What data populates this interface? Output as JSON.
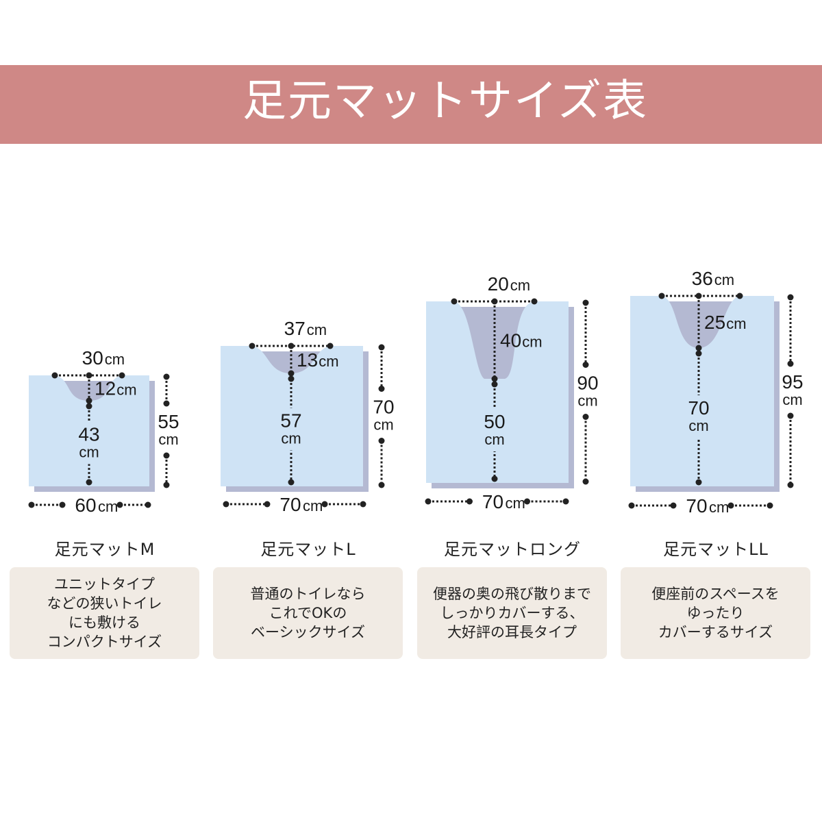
{
  "header": {
    "title": "足元マットサイズ表"
  },
  "colors": {
    "band": "#cf8886",
    "mat": "#cfe3f5",
    "shadow": "#b4b9d2",
    "desc_bg": "#f1ebe4"
  },
  "unit": "cm",
  "mats": [
    {
      "name": "足元マットM",
      "width": "60",
      "height": "55",
      "cutout_width": "30",
      "cutout_depth": "12",
      "remaining": "43",
      "description": "ユニットタイプ\nなどの狭いトイレ\nにも敷ける\nコンパクトサイズ"
    },
    {
      "name": "足元マットL",
      "width": "70",
      "height": "70",
      "cutout_width": "37",
      "cutout_depth": "13",
      "remaining": "57",
      "description": "普通のトイレなら\nこれでOKの\nベーシックサイズ"
    },
    {
      "name": "足元マットロング",
      "width": "70",
      "height": "90",
      "cutout_width": "20",
      "cutout_depth": "40",
      "remaining": "50",
      "description": "便器の奥の飛び散りまで\nしっかりカバーする、\n大好評の耳長タイプ"
    },
    {
      "name": "足元マットLL",
      "width": "70",
      "height": "95",
      "cutout_width": "36",
      "cutout_depth": "25",
      "remaining": "70",
      "description": "便座前のスペースを\nゆったり\nカバーするサイズ"
    }
  ]
}
